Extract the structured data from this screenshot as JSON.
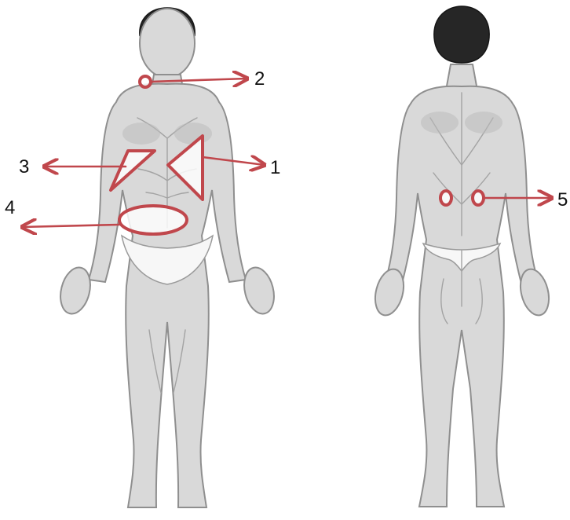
{
  "labels": {
    "l1": "1",
    "l2": "2",
    "l3": "3",
    "l4": "4",
    "l5": "5"
  },
  "colors": {
    "marker": "#c0474c",
    "label": "#111111",
    "background": "#ffffff"
  }
}
